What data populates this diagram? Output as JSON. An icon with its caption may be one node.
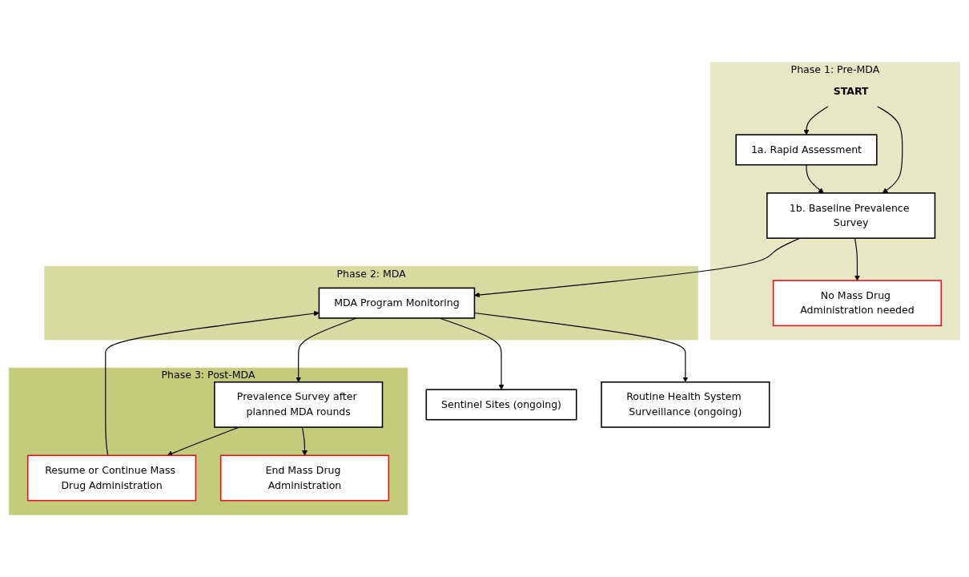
{
  "diagram": {
    "nodes": [
      {
        "text": [
          "Phase 1: Pre-MDA"
        ]
      },
      {
        "text": [
          "START"
        ],
        "in": 0
      },
      {
        "text": [
          "1a. Rapid Assessment"
        ],
        "in": 0
      },
      {
        "text": [
          "No Mass Drug Administration needed"
        ],
        "in": 0
      },
      {
        "text": [
          "1b. Baseline Prevalence Survey"
        ],
        "in": 0
      },
      {
        "text": [
          "Phase 2: MDA"
        ]
      },
      {
        "text": [
          "MDA Program Monitoring"
        ],
        "in": 5
      },
      {
        "text": [
          "Sentinel Sites (ongoing)"
        ]
      },
      {
        "text": [
          "Routine Health System Surveillance (ongoing)"
        ]
      },
      {
        "text": [
          "Phase 3: Post-MDA"
        ]
      },
      {
        "text": [
          "Prevalence Survey after planned MDA rounds"
        ],
        "in": 9
      },
      {
        "text": [
          "Resume or Continue Mass Drug Administration"
        ],
        "in": 9
      },
      {
        "text": [
          "End Mass Drug Administration"
        ],
        "in": 9
      }
    ],
    "edges": [
      {
        "from": 1,
        "to": 2,
        "arrow": "to"
      },
      {
        "from": 1,
        "to": 4,
        "arrow": "to"
      },
      {
        "from": 2,
        "to": 4,
        "arrow": "to"
      },
      {
        "from": 4,
        "to": 3,
        "arrow": "to"
      },
      {
        "from": 4,
        "to": 6,
        "arrow": "to"
      },
      {
        "from": 6,
        "to": 7,
        "arrow": "to"
      },
      {
        "from": 6,
        "to": 8,
        "arrow": "to"
      },
      {
        "from": 6,
        "to": 10,
        "arrow": "to"
      },
      {
        "from": 10,
        "to": 11,
        "arrow": "to"
      },
      {
        "from": 10,
        "to": 12,
        "arrow": "to"
      },
      {
        "from": 11,
        "to": 6,
        "arrow": "to"
      }
    ]
  }
}
